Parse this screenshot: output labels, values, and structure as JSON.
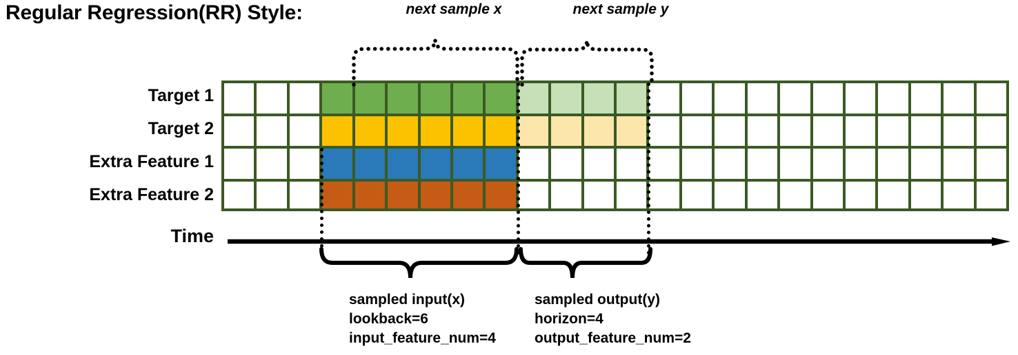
{
  "title": "Regular Regression(RR) Style:",
  "rows": [
    {
      "label": "Target 1",
      "name": "target-1"
    },
    {
      "label": "Target 2",
      "name": "target-2"
    },
    {
      "label": "Extra Feature 1",
      "name": "extra-feature-1"
    },
    {
      "label": "Extra Feature 2",
      "name": "extra-feature-2"
    }
  ],
  "grid": {
    "total_columns": 24,
    "blank_lead_columns": 3,
    "input_columns": 6,
    "output_columns": 4,
    "blank_trail_columns": 11,
    "border_color": "#3b5a23",
    "empty_color": "#ffffff",
    "row_fills": [
      {
        "input": "#6fae4e",
        "output": "#c7e0b8"
      },
      {
        "input": "#fcc200",
        "output": "#fde6ac"
      },
      {
        "input": "#2a7ab9",
        "output": "#ffffff"
      },
      {
        "input": "#c45c16",
        "output": "#ffffff"
      }
    ]
  },
  "time_axis": {
    "label": "Time"
  },
  "top_annotations": [
    {
      "label": "next sample x",
      "name": "next-sample-x"
    },
    {
      "label": "next sample y",
      "name": "next-sample-y"
    }
  ],
  "bottom_annotations": [
    {
      "name": "sampled-input",
      "lines": [
        "sampled input(x)",
        "lookback=6",
        "input_feature_num=4"
      ]
    },
    {
      "name": "sampled-output",
      "lines": [
        "sampled output(y)",
        "horizon=4",
        "output_feature_num=2"
      ]
    }
  ]
}
